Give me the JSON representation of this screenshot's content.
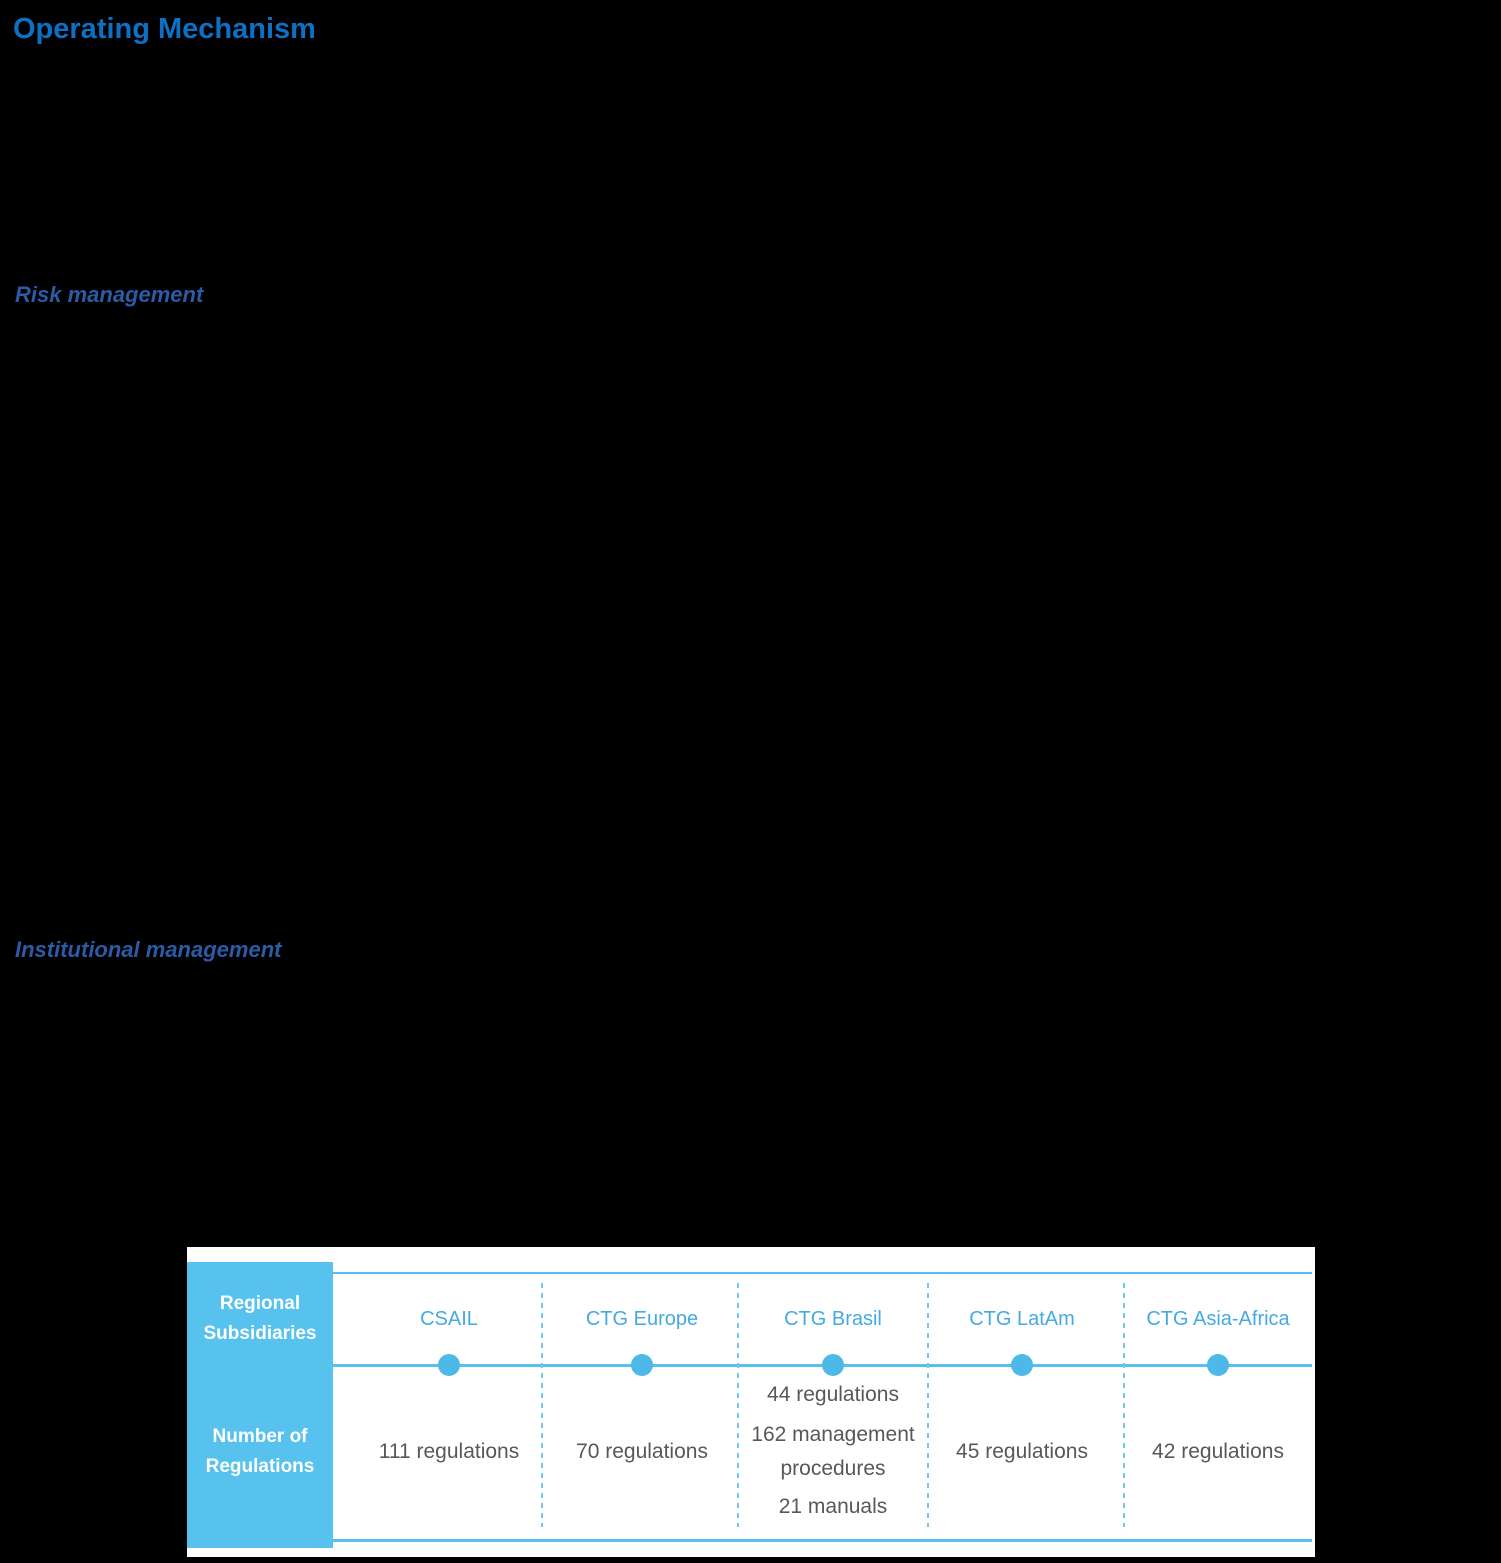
{
  "page": {
    "title": "Operating Mechanism",
    "sections": [
      {
        "label": "Risk management"
      },
      {
        "label": "Institutional management"
      }
    ],
    "background_color": "#000000",
    "title_color": "#0e70c4",
    "section_heading_color": "#2b5ba6"
  },
  "diagram": {
    "row_labels": [
      {
        "label": "Regional Subsidiaries"
      },
      {
        "label": "Number of Regulations"
      }
    ],
    "columns": [
      {
        "name": "CSAIL",
        "values": [
          "111 regulations"
        ]
      },
      {
        "name": "CTG Europe",
        "values": [
          "70 regulations"
        ]
      },
      {
        "name": "CTG Brasil",
        "values": [
          "44 regulations",
          "162 management procedures",
          "21 manuals"
        ]
      },
      {
        "name": "CTG LatAm",
        "values": [
          "45 regulations"
        ]
      },
      {
        "name": "CTG Asia-Africa",
        "values": [
          "42 regulations"
        ]
      }
    ],
    "colors": {
      "panel_background": "#ffffff",
      "label_box": "#57c2ee",
      "timeline_line": "#57c0ec",
      "timeline_dot": "#4db9e8",
      "dashed_divider": "#6cc9f0",
      "column_header_text": "#45aadf",
      "value_text": "#58585a",
      "row_label_text": "#ffffff"
    }
  }
}
